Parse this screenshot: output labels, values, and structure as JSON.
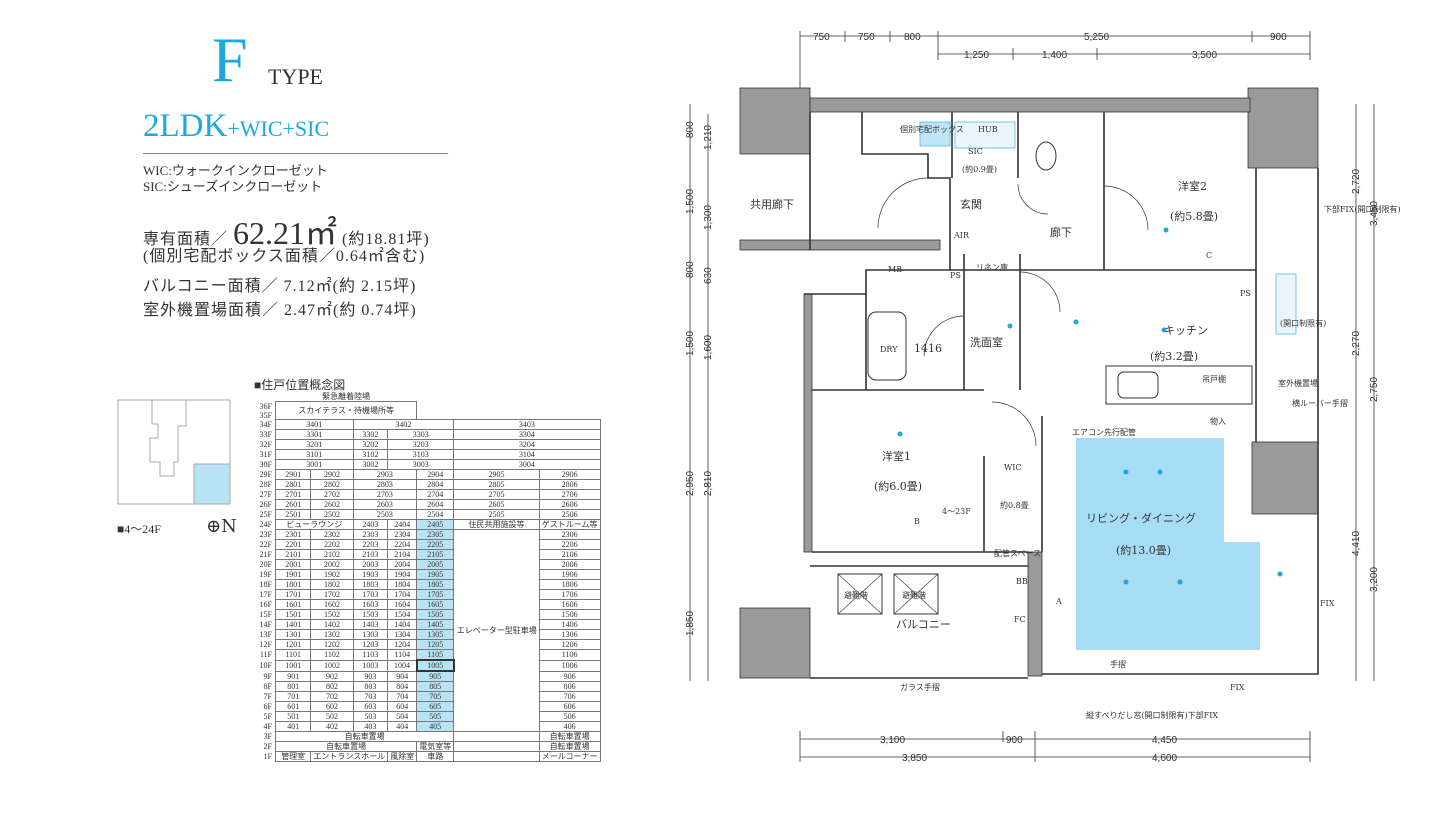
{
  "header": {
    "type_letter": "F",
    "type_word": "TYPE",
    "layout_main": "2LDK",
    "layout_suffix": "+WIC+SIC",
    "note_wic": "WIC:ウォークインクローゼット",
    "note_sic": "SIC:シューズインクローゼット"
  },
  "areas": {
    "exclusive_label": "専有面積／",
    "exclusive_value": "62.21㎡",
    "exclusive_tsubo": "(約18.81坪)",
    "delivery_box_note": "(個別宅配ボックス面積／0.64㎡含む)",
    "balcony": "バルコニー面積／ 7.12㎡(約 2.15坪)",
    "outdoor_unit": "室外機置場面積／ 2.47㎡(約 0.74坪)"
  },
  "position_map": {
    "title": "■住戸位置概念図",
    "floor_range": "■4～24F",
    "compass": "⊕N"
  },
  "floor_table": {
    "roof": "緊急離着陸場",
    "sky": "スカイテラス・待機場所等",
    "floors_top": [
      {
        "f": "36F"
      },
      {
        "f": "35F"
      }
    ],
    "row34": {
      "f": "34F",
      "units": [
        "3401",
        "3402",
        "3403"
      ]
    },
    "rows_30s": [
      {
        "f": "33F",
        "units": [
          "3301",
          "3302",
          "3303",
          "3304"
        ]
      },
      {
        "f": "32F",
        "units": [
          "3201",
          "3202",
          "3203",
          "3204"
        ]
      },
      {
        "f": "31F",
        "units": [
          "3101",
          "3102",
          "3103",
          "3104"
        ]
      },
      {
        "f": "30F",
        "units": [
          "3001",
          "3002",
          "3003",
          "3004"
        ]
      }
    ],
    "rows_25_29": [
      {
        "f": "29F",
        "units": [
          "2901",
          "2902",
          "2903",
          "2904",
          "2905",
          "2906"
        ]
      },
      {
        "f": "28F",
        "units": [
          "2801",
          "2802",
          "2803",
          "2804",
          "2805",
          "2806"
        ]
      },
      {
        "f": "27F",
        "units": [
          "2701",
          "2702",
          "2703",
          "2704",
          "2705",
          "2706"
        ]
      },
      {
        "f": "26F",
        "units": [
          "2601",
          "2602",
          "2603",
          "2604",
          "2605",
          "2606"
        ]
      },
      {
        "f": "25F",
        "units": [
          "2501",
          "2502",
          "2503",
          "2504",
          "2505",
          "2506"
        ]
      }
    ],
    "row24": {
      "f": "24F",
      "c1": "ビューラウンジ",
      "u": [
        "2403",
        "2404",
        "2405"
      ],
      "c2": "住民共用施設等",
      "c3": "ゲストルーム等"
    },
    "rows_main": [
      {
        "f": "23F",
        "u": [
          "2301",
          "2302",
          "2303",
          "2304",
          "2305",
          "2306"
        ]
      },
      {
        "f": "22F",
        "u": [
          "2201",
          "2202",
          "2203",
          "2204",
          "2205",
          "2206"
        ]
      },
      {
        "f": "21F",
        "u": [
          "2101",
          "2102",
          "2103",
          "2104",
          "2105",
          "2106"
        ]
      },
      {
        "f": "20F",
        "u": [
          "2001",
          "2002",
          "2003",
          "2004",
          "2005",
          "2006"
        ]
      },
      {
        "f": "19F",
        "u": [
          "1901",
          "1902",
          "1903",
          "1904",
          "1905",
          "1906"
        ]
      },
      {
        "f": "18F",
        "u": [
          "1801",
          "1802",
          "1803",
          "1804",
          "1805",
          "1806"
        ]
      },
      {
        "f": "17F",
        "u": [
          "1701",
          "1702",
          "1703",
          "1704",
          "1705",
          "1706"
        ]
      },
      {
        "f": "16F",
        "u": [
          "1601",
          "1602",
          "1603",
          "1604",
          "1605",
          "1606"
        ]
      },
      {
        "f": "15F",
        "u": [
          "1501",
          "1502",
          "1503",
          "1504",
          "1505",
          "1506"
        ]
      },
      {
        "f": "14F",
        "u": [
          "1401",
          "1402",
          "1403",
          "1404",
          "1405",
          "1406"
        ]
      },
      {
        "f": "13F",
        "u": [
          "1301",
          "1302",
          "1303",
          "1304",
          "1305",
          "1306"
        ]
      },
      {
        "f": "12F",
        "u": [
          "1201",
          "1202",
          "1203",
          "1204",
          "1205",
          "1206"
        ]
      },
      {
        "f": "11F",
        "u": [
          "1101",
          "1102",
          "1103",
          "1104",
          "1105",
          "1106"
        ]
      },
      {
        "f": "10F",
        "u": [
          "1001",
          "1002",
          "1003",
          "1004",
          "1005",
          "1006"
        ]
      },
      {
        "f": "9F",
        "u": [
          "901",
          "902",
          "903",
          "904",
          "905",
          "906"
        ]
      },
      {
        "f": "8F",
        "u": [
          "801",
          "802",
          "803",
          "804",
          "805",
          "806"
        ]
      },
      {
        "f": "7F",
        "u": [
          "701",
          "702",
          "703",
          "704",
          "705",
          "706"
        ]
      },
      {
        "f": "6F",
        "u": [
          "601",
          "602",
          "603",
          "604",
          "605",
          "606"
        ]
      },
      {
        "f": "5F",
        "u": [
          "501",
          "502",
          "503",
          "504",
          "505",
          "506"
        ]
      },
      {
        "f": "4F",
        "u": [
          "401",
          "402",
          "403",
          "404",
          "405",
          "406"
        ]
      }
    ],
    "elevator_parking": "エレベーター型駐車場",
    "row3": {
      "f": "3F",
      "c1": "自転車置場",
      "c2": "自転車置場"
    },
    "row2": {
      "f": "2F",
      "c1": "自転車置場",
      "c2": "電気室等",
      "c3": "自転車置場"
    },
    "row1": {
      "f": "1F",
      "c1": "管理室",
      "c2": "エントランスホール",
      "c3": "風除室",
      "c4": "車路",
      "c5": "メールコーナー"
    }
  },
  "plan": {
    "dims_top_row1": [
      "750",
      "750",
      "800",
      "5,250",
      "900"
    ],
    "dims_top_row2": [
      "1,250",
      "1,400",
      "3,500"
    ],
    "dims_left_row1": [
      "800",
      "1,500",
      "800",
      "1,500",
      "2,950",
      "1,850"
    ],
    "dims_left_row2": [
      "1,210",
      "1,300",
      "630",
      "1,600",
      "2,810"
    ],
    "dims_right_row1": [
      "2,720",
      "2,270",
      "4,410"
    ],
    "dims_right_row2": [
      "3,450",
      "2,750",
      "3,200"
    ],
    "dims_bottom_row1": [
      "3,100",
      "900",
      "4,450"
    ],
    "dims_bottom_row2": [
      "3,850",
      "4,600"
    ],
    "rooms": {
      "delivery_box": "個別宅配ボックス",
      "sic": "SIC",
      "sic_area": "(約0.9畳)",
      "hub": "HUB",
      "entrance": "玄関",
      "corridor_common": "共用廊下",
      "corridor": "廊下",
      "bedroom2": "洋室2",
      "bedroom2_area": "(約5.8畳)",
      "mb": "MB",
      "ps": "PS",
      "ps2": "PS",
      "linen": "リネン庫",
      "wash": "洗面室",
      "bath_size": "1416",
      "kitchen": "キッチン",
      "kitchen_area": "(約3.2畳)",
      "bedroom1": "洋室1",
      "bedroom1_area": "(約6.0畳)",
      "wic": "WIC",
      "wic_area": "約0.8畳",
      "living": "リビング・ダイニング",
      "living_area": "(約13.0畳)",
      "balcony": "バルコニー",
      "storage": "物入",
      "outdoor_unit": "室外機置場",
      "evac1": "避難階",
      "evac2": "避難階",
      "pipe_space": "配管スペース",
      "aircon": "エアコン先行配管",
      "handrail": "手摺",
      "glass_handrail": "ガラス手摺",
      "fix": "FIX",
      "fix_right": "FIX",
      "slide_window": "縦すべりだし窓(開口制限有)下部FIX",
      "louver": "横ルーバー手摺",
      "air": "AIR",
      "fc": "FC",
      "bb": "BB",
      "a_label": "A",
      "b_label": "B",
      "c_label": "C",
      "wic_range": "4～23F",
      "right_window": "下部FIX(開口制限有)",
      "kitchen_window": "(開口制限有)",
      "dry": "DRY",
      "shelf": "吊戸棚"
    }
  },
  "colors": {
    "accent": "#1fa8de",
    "living_fill": "#a6dcf4",
    "highlight": "#b8e3f5"
  }
}
